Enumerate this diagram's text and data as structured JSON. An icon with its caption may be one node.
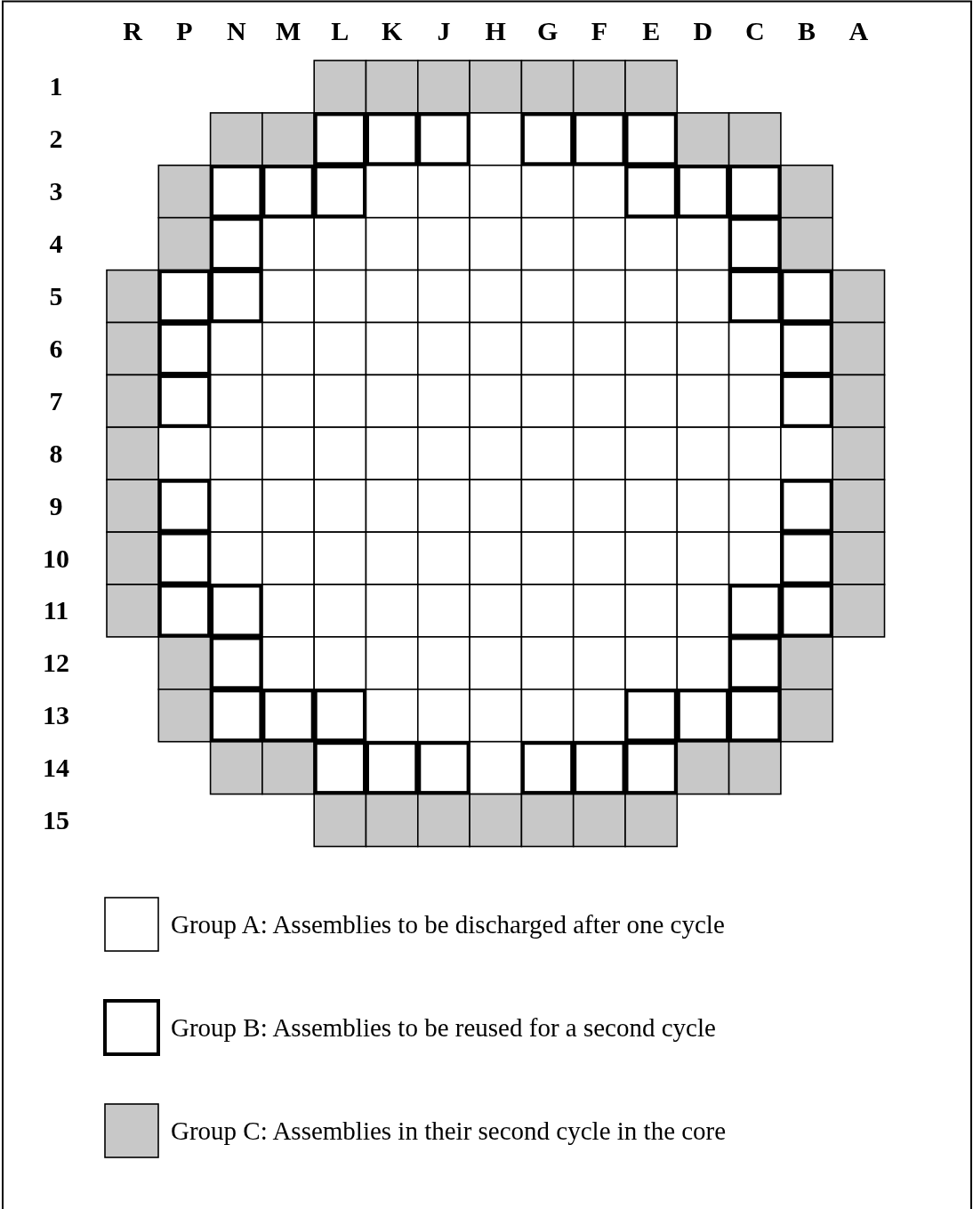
{
  "diagram": {
    "labels": [
      "R",
      "P",
      "N",
      "M",
      "L",
      "K",
      "J",
      "H",
      "G",
      "F",
      "E",
      "D",
      "C",
      "B",
      "A",
      "1",
      "2",
      "3",
      "4",
      "5",
      "6",
      "7",
      "8",
      "9",
      "10",
      "11",
      "12",
      "13",
      "14",
      "15"
    ],
    "legend": [
      {
        "text": "Group A: Assemblies to be discharged after one cycle"
      },
      {
        "text": "Group B: Assemblies to be reused for a second cycle"
      },
      {
        "text": "Group C: Assemblies in their second cycle in the core",
        "color": "#c8c8c8"
      }
    ]
  }
}
